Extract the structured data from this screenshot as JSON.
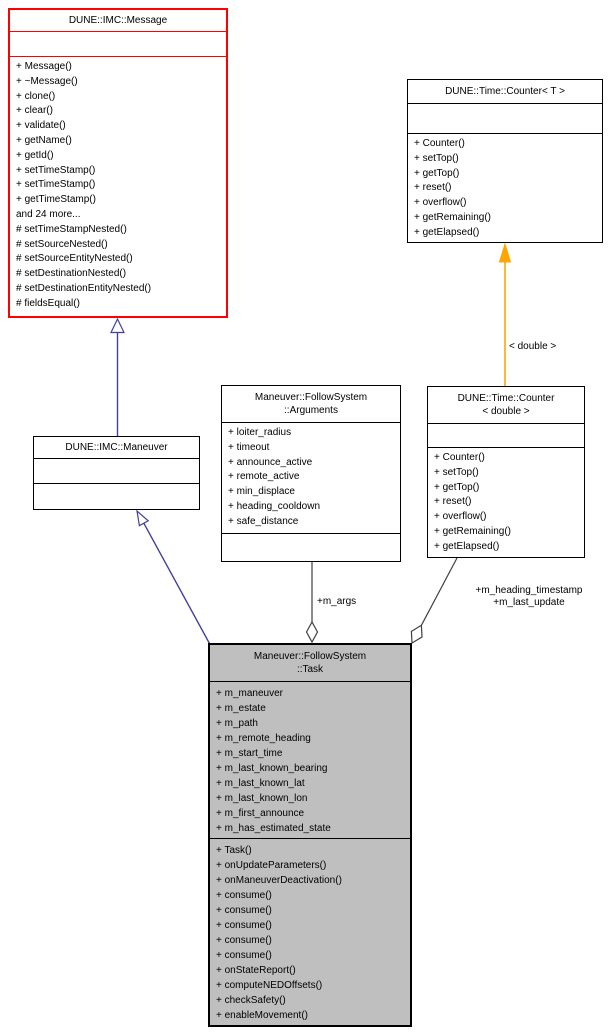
{
  "colors": {
    "inheritance_edge": "#4040a0",
    "aggregation_edge": "#404040",
    "template_edge": "#ffa500",
    "highlight_border": "#ff0000",
    "main_node_fill": "#bfbfbf"
  },
  "classes": {
    "message": {
      "title": "DUNE::IMC::Message",
      "methods": [
        "+ Message()",
        "+ ~Message()",
        "+ clone()",
        "+ clear()",
        "+ validate()",
        "+ getName()",
        "+ getId()",
        "+ setTimeStamp()",
        "+ setTimeStamp()",
        "+ getTimeStamp()",
        "and 24 more...",
        "# setTimeStampNested()",
        "# setSourceNested()",
        "# setSourceEntityNested()",
        "# setDestinationNested()",
        "# setDestinationEntityNested()",
        "# fieldsEqual()"
      ]
    },
    "counter_t": {
      "title": "DUNE::Time::Counter< T >",
      "methods": [
        "+ Counter()",
        "+ setTop()",
        "+ getTop()",
        "+ reset()",
        "+ overflow()",
        "+ getRemaining()",
        "+ getElapsed()"
      ]
    },
    "arguments": {
      "title_line1": "Maneuver::FollowSystem",
      "title_line2": "::Arguments",
      "attributes": [
        "+ loiter_radius",
        "+ timeout",
        "+ announce_active",
        "+ remote_active",
        "+ min_displace",
        "+ heading_cooldown",
        "+ safe_distance"
      ]
    },
    "counter_double": {
      "title_line1": "DUNE::Time::Counter",
      "title_line2": "< double >",
      "methods": [
        "+ Counter()",
        "+ setTop()",
        "+ getTop()",
        "+ reset()",
        "+ overflow()",
        "+ getRemaining()",
        "+ getElapsed()"
      ]
    },
    "maneuver": {
      "title": "DUNE::IMC::Maneuver"
    },
    "task": {
      "title_line1": "Maneuver::FollowSystem",
      "title_line2": "::Task",
      "attributes": [
        "+ m_maneuver",
        "+ m_estate",
        "+ m_path",
        "+ m_remote_heading",
        "+ m_start_time",
        "+ m_last_known_bearing",
        "+ m_last_known_lat",
        "+ m_last_known_lon",
        "+ m_first_announce",
        "+ m_has_estimated_state"
      ],
      "methods": [
        "+ Task()",
        "+ onUpdateParameters()",
        "+ onManeuverDeactivation()",
        "+ consume()",
        "+ consume()",
        "+ consume()",
        "+ consume()",
        "+ consume()",
        "+ onStateReport()",
        "+ computeNEDOffsets()",
        "+ checkSafety()",
        "+ enableMovement()"
      ]
    }
  },
  "edge_labels": {
    "template_instance": "< double >",
    "m_args": "+m_args",
    "heading_timestamp": "+m_heading_timestamp",
    "last_update": "+m_last_update"
  }
}
